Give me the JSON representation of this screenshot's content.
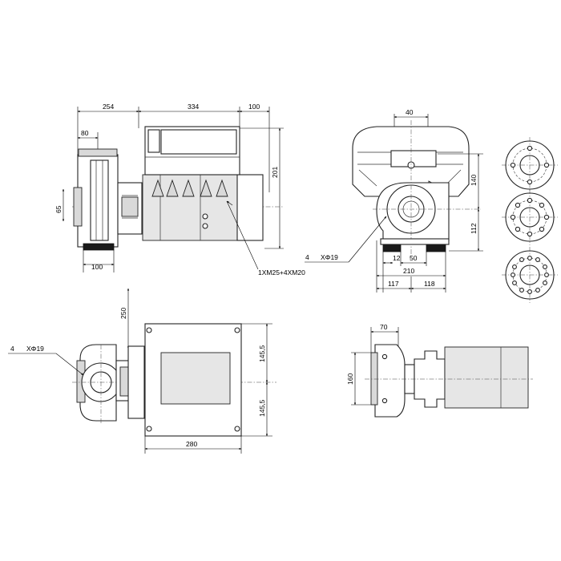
{
  "side_view": {
    "dims": {
      "top_left": "254",
      "top_mid": "334",
      "top_right": "100",
      "inlet": "80",
      "flange_h": "65",
      "bottom": "100",
      "height": "201"
    },
    "cable_callout": "1XM25+4XM20"
  },
  "end_view": {
    "dims": {
      "top": "40",
      "upper_h": "140",
      "lower_h": "112",
      "foot_a": "12",
      "foot_b": "50",
      "base_w": "210",
      "half_l": "117",
      "half_r": "118"
    },
    "holes_label": "XΦ19",
    "holes_count": "4"
  },
  "top_view": {
    "dims": {
      "offset": "250",
      "half_a": "145,5",
      "half_b": "145,5",
      "width": "280"
    },
    "holes_label": "XΦ19",
    "holes_count": "4"
  },
  "small_view": {
    "dims": {
      "top": "70",
      "side": "160"
    }
  }
}
